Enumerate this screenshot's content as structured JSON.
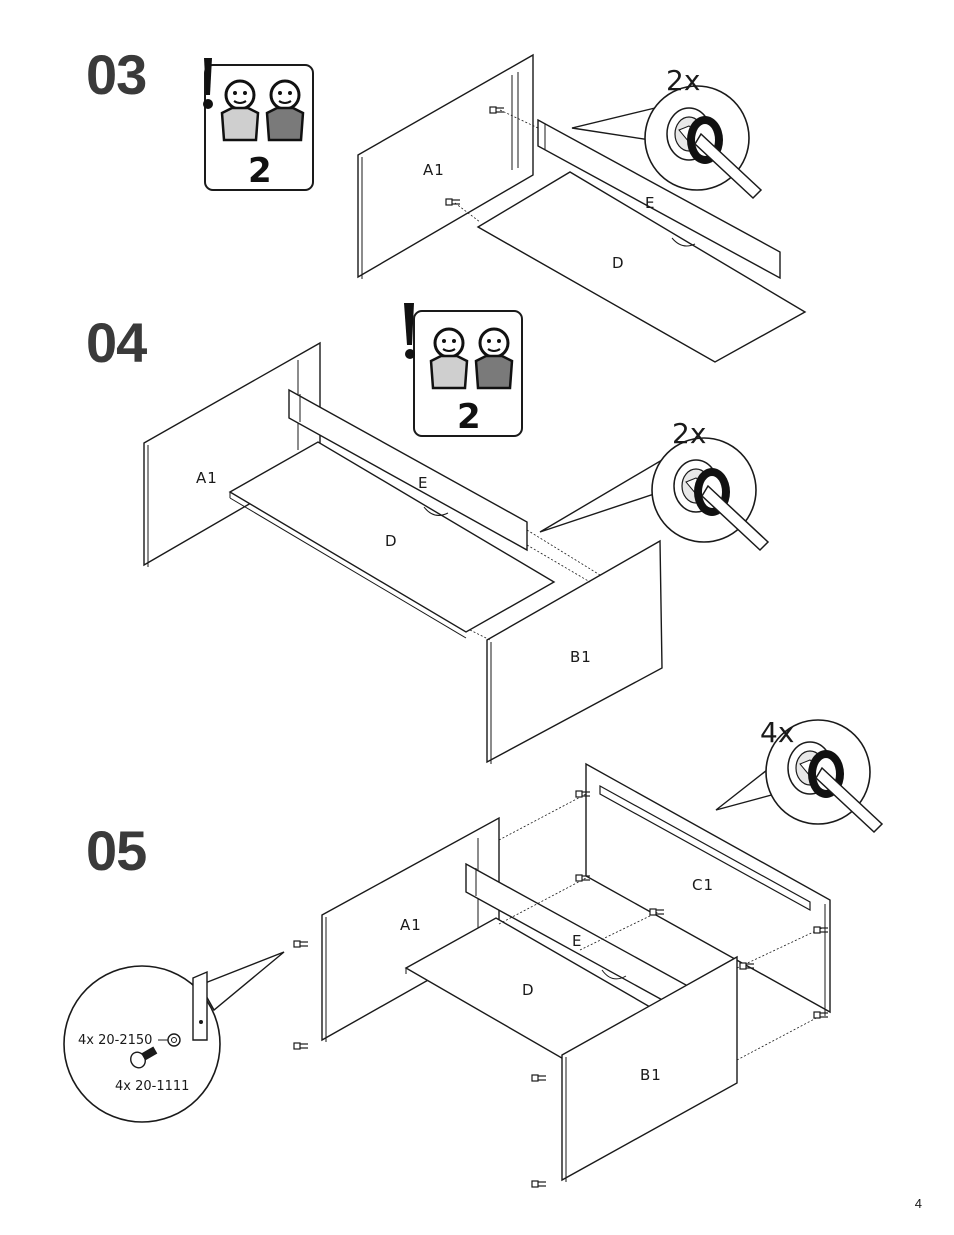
{
  "steps": [
    {
      "number": "03",
      "persons": "2",
      "screw_count": "2x",
      "labels": {
        "a1": "A1",
        "e": "E",
        "d": "D"
      }
    },
    {
      "number": "04",
      "persons": "2",
      "screw_count": "2x",
      "labels": {
        "a1": "A1",
        "e": "E",
        "d": "D",
        "b1": "B1"
      }
    },
    {
      "number": "05",
      "screw_count": "4x",
      "labels": {
        "a1": "A1",
        "e": "E",
        "d": "D",
        "b1": "B1",
        "c1": "C1"
      },
      "hardware": [
        {
          "qty_code": "4x 20-2150"
        },
        {
          "qty_code": "4x 20-1111"
        }
      ]
    }
  ],
  "page_number": "4"
}
